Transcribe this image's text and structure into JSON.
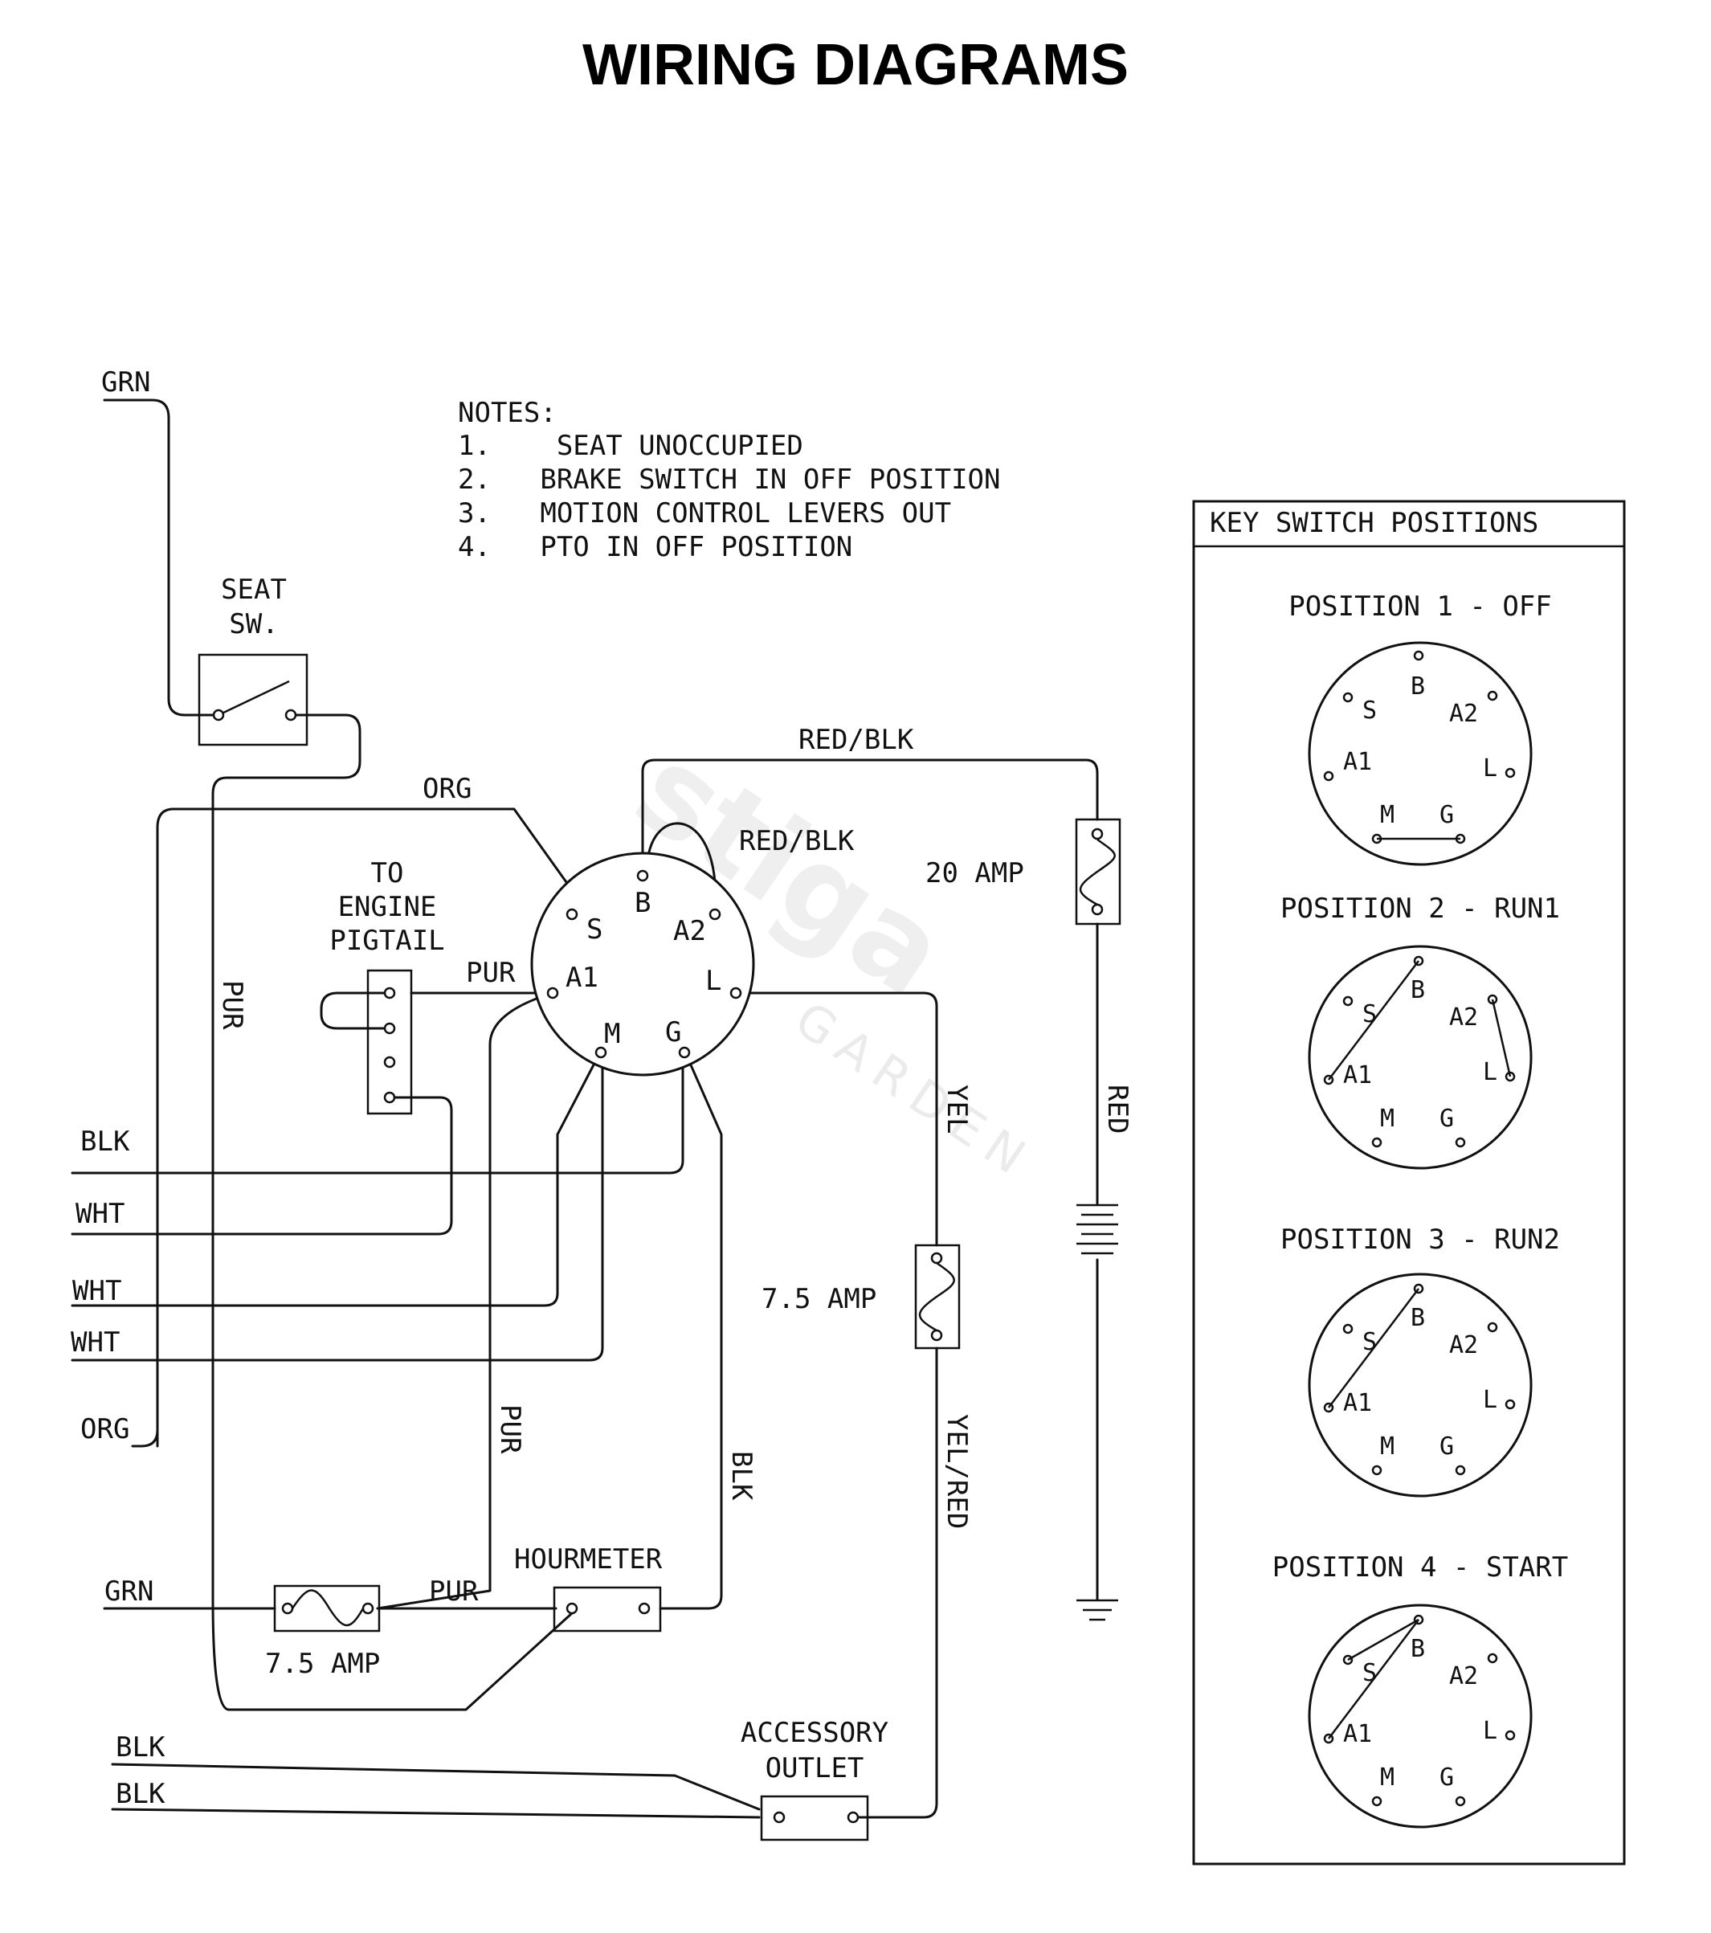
{
  "title": "WIRING DIAGRAMS",
  "notes": {
    "heading": "NOTES:",
    "items": [
      "1.    SEAT UNOCCUPIED",
      "2.   BRAKE SWITCH IN OFF POSITION",
      "3.   MOTION CONTROL LEVERS OUT",
      "4.   PTO IN OFF POSITION"
    ]
  },
  "components": {
    "seat_switch": [
      "SEAT",
      "SW."
    ],
    "engine_pigtail": [
      "TO",
      "ENGINE",
      "PIGTAIL"
    ],
    "fuse_20": "20 AMP",
    "fuse_75_right": "7.5 AMP",
    "fuse_75_bottom": "7.5 AMP",
    "hourmeter": "HOURMETER",
    "accessory_outlet": [
      "ACCESSORY",
      "OUTLET"
    ]
  },
  "ignition_terminals": {
    "s": "S",
    "b": "B",
    "a2": "A2",
    "a1": "A1",
    "l": "L",
    "m": "M",
    "g": "G"
  },
  "wires": {
    "grn_top": "GRN",
    "org_top": "ORG",
    "pur_left": "PUR",
    "pur_a1": "PUR",
    "red_blk_top": "RED/BLK",
    "red_blk_loop": "RED/BLK",
    "yel": "YEL",
    "red": "RED",
    "blk_1": "BLK",
    "wht_1": "WHT",
    "wht_2": "WHT",
    "wht_3": "WHT",
    "org_bottom": "ORG",
    "pur_mid": "PUR",
    "blk_mid": "BLK",
    "yel_red": "YEL/RED",
    "grn_bottom": "GRN",
    "pur_bottom": "PUR",
    "blk_bottom_1": "BLK",
    "blk_bottom_2": "BLK"
  },
  "key_switch": {
    "title": "KEY SWITCH POSITIONS",
    "positions": [
      {
        "label": "POSITION 1 - OFF"
      },
      {
        "label": "POSITION 2 - RUN1"
      },
      {
        "label": "POSITION 3 - RUN2"
      },
      {
        "label": "POSITION 4 - START"
      }
    ]
  },
  "watermark": {
    "brand": "stiga",
    "sub": "GARDEN"
  }
}
